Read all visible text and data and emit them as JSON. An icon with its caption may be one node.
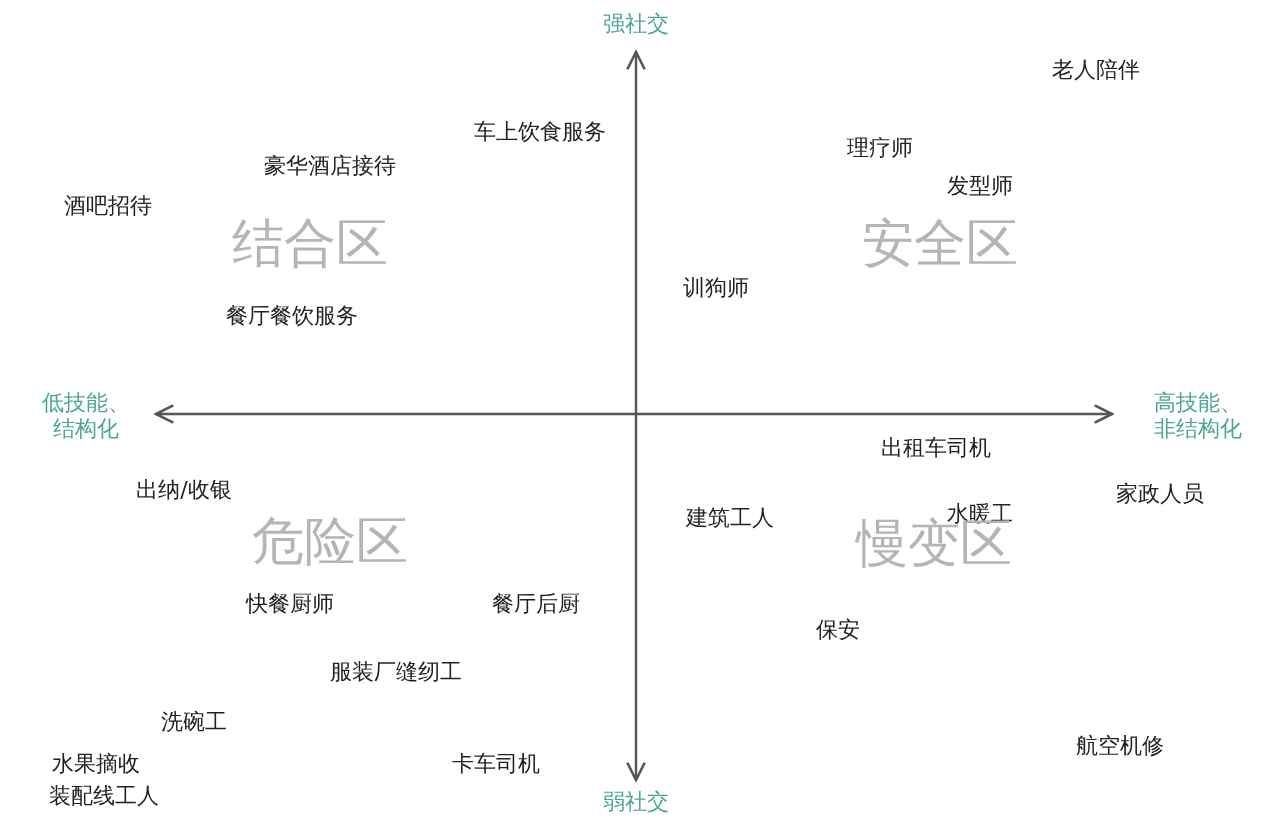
{
  "diagram": {
    "labels": [
      "强社交",
      "老人陪伴",
      "车上饮食服务",
      "理疗师",
      "豪华酒店接待",
      "发型师",
      "酒吧招待",
      "结合区",
      "安全区",
      "训狗师",
      "餐厅餐饮服务",
      "低技能、结构化",
      "高技能、非结构化",
      "出租车司机",
      "出纳/收银",
      "家政人员",
      "建筑工人",
      "水暖工",
      "危险区",
      "慢变区",
      "快餐厨师",
      "餐厅后厨",
      "保安",
      "服装厂缝纫工",
      "洗碗工",
      "航空机修",
      "水果摘收",
      "卡车司机",
      "装配线工人",
      "弱社交"
    ]
  }
}
